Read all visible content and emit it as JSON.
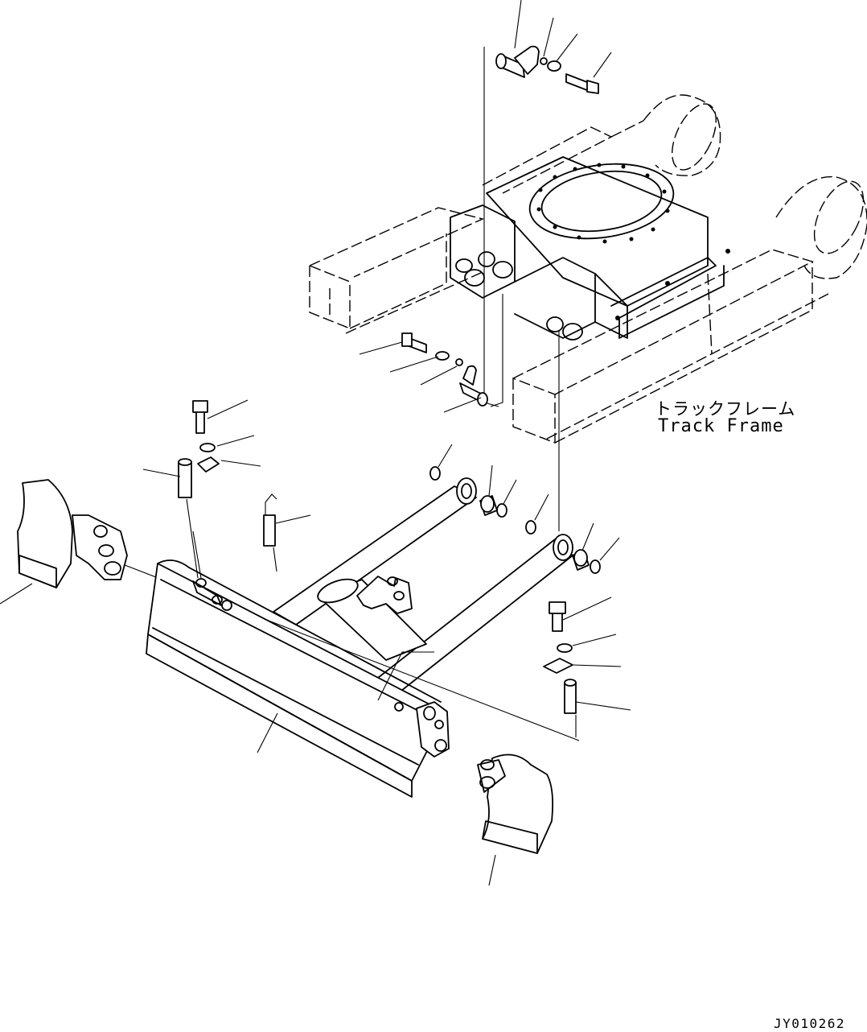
{
  "callout": {
    "label_jp": "トラックフレーム",
    "label_en": "Track Frame"
  },
  "footer": {
    "doc_id": "JY010262"
  }
}
